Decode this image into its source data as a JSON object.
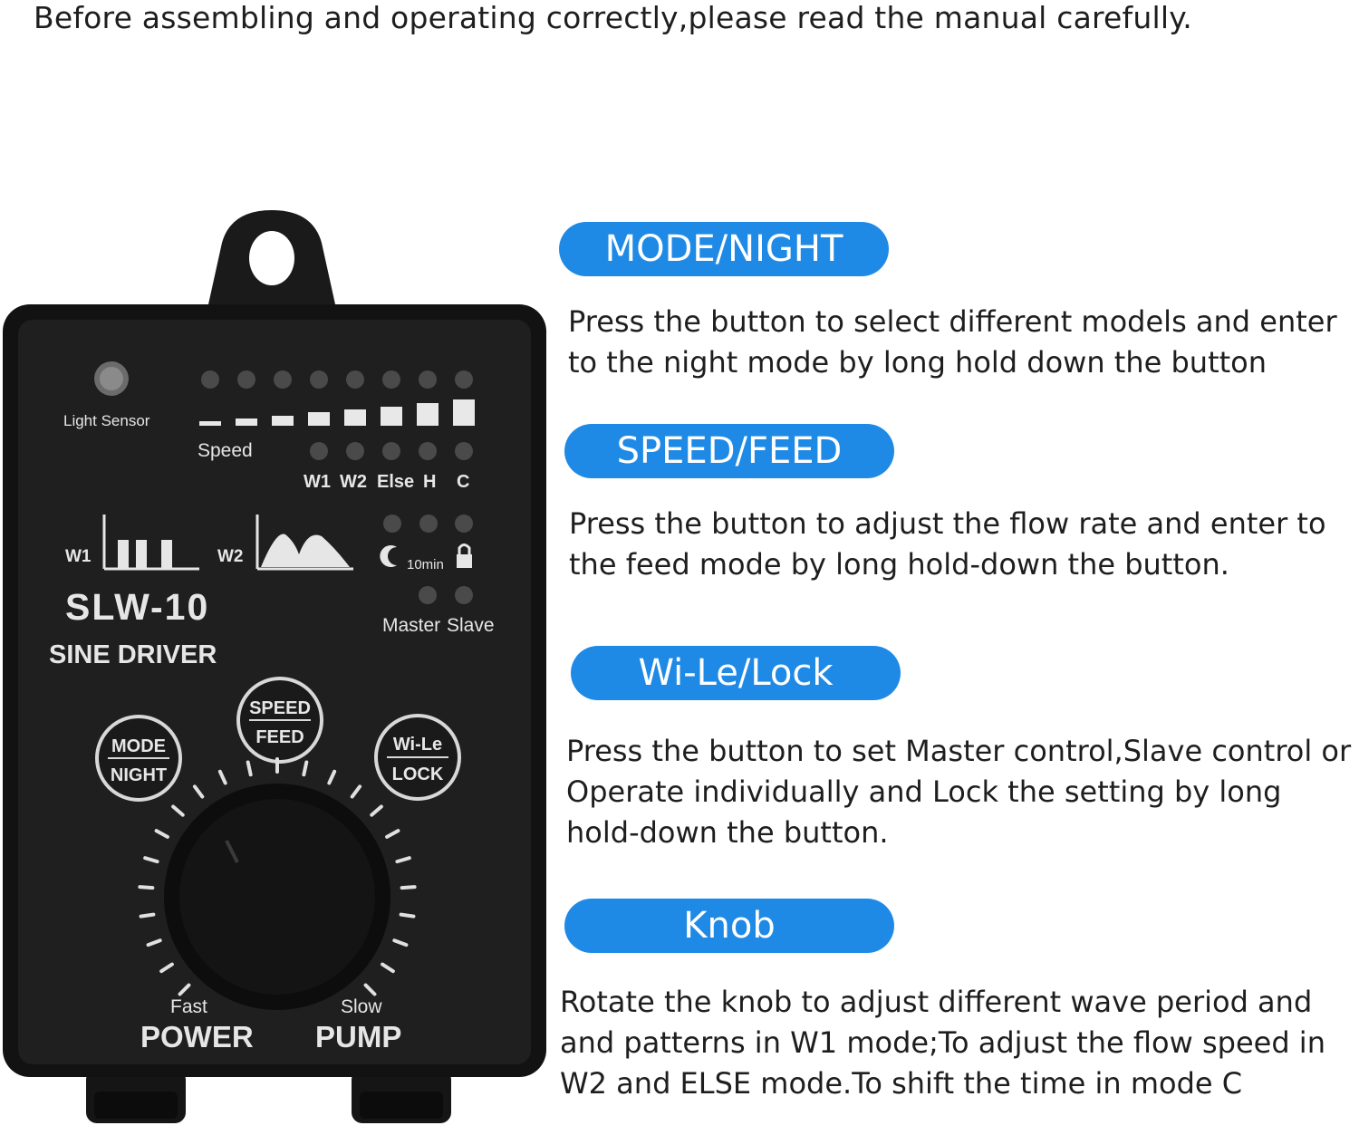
{
  "header": {
    "text": "Before assembling  and operating correctly,please read the manual carefully."
  },
  "sections": [
    {
      "title": "MODE/NIGHT",
      "lines": [
        "Press the button to select different models and enter",
        "to the night mode by long hold down the button"
      ]
    },
    {
      "title": "SPEED/FEED",
      "lines": [
        "Press the button to adjust the flow rate and enter to",
        "the feed mode by long hold-down the button."
      ]
    },
    {
      "title": "Wi-Le/Lock",
      "lines": [
        "Press the button to set Master control,Slave control or",
        "Operate individually and Lock the setting by long",
        "hold-down the button."
      ]
    },
    {
      "title": "Knob",
      "lines": [
        "Rotate the knob to adjust different wave period and",
        "and patterns in W1 mode;To adjust the flow speed in",
        "W2 and ELSE mode.To shift the time in mode C"
      ]
    }
  ],
  "device": {
    "light_sensor": "Light Sensor",
    "speed": "Speed",
    "mode_labels": [
      "W1",
      "W2",
      "Else",
      "H",
      "C"
    ],
    "w1": "W1",
    "w2": "W2",
    "timer": "10min",
    "master": "Master",
    "slave": "Slave",
    "model": "SLW-10",
    "subtitle": "SINE DRIVER",
    "btn_mode_top": "MODE",
    "btn_mode_bottom": "NIGHT",
    "btn_speed_top": "SPEED",
    "btn_speed_bottom": "FEED",
    "btn_wile_top": "Wi-Le",
    "btn_wile_bottom": "LOCK",
    "fast": "Fast",
    "slow": "Slow",
    "power": "POWER",
    "pump": "PUMP"
  },
  "colors": {
    "accent": "#1f8ae6",
    "device_body": "#1b1b1b"
  }
}
